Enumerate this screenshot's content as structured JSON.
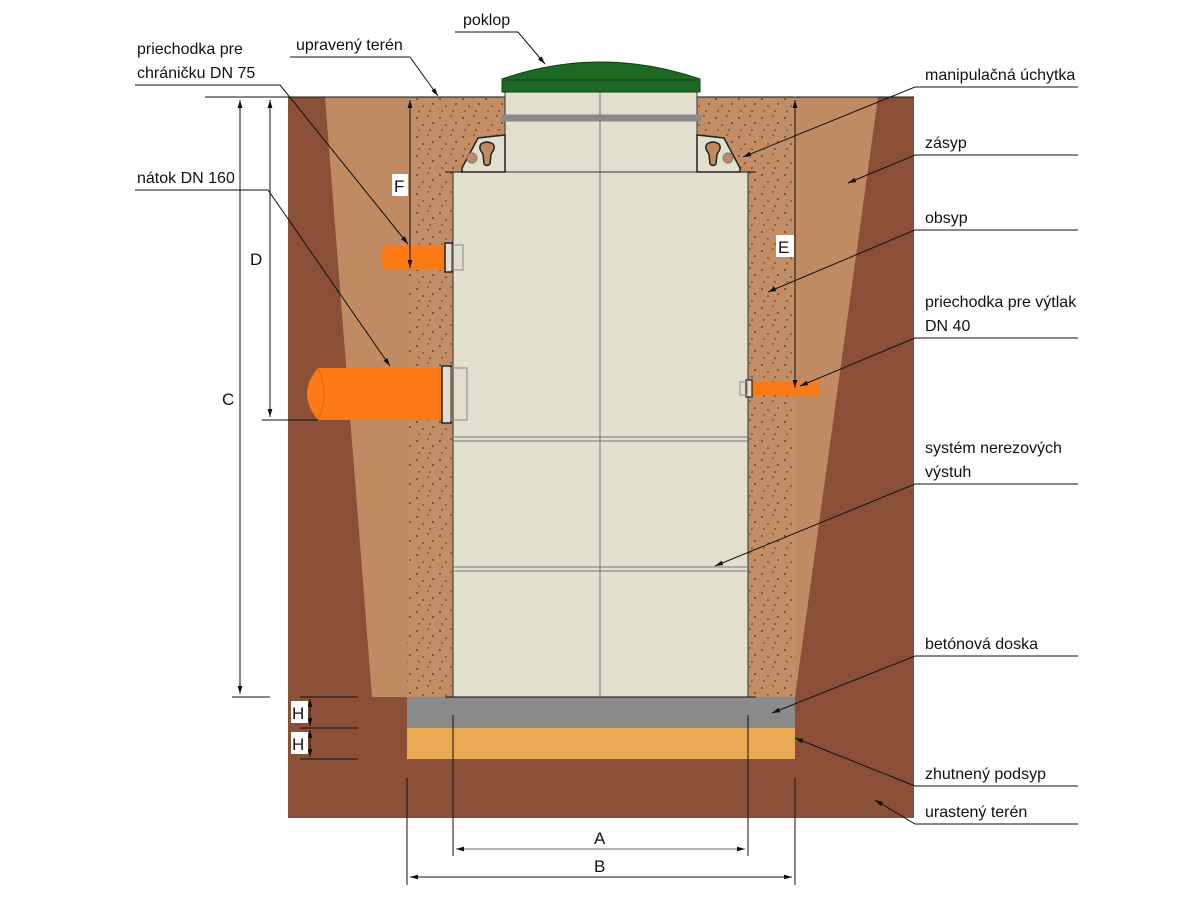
{
  "title": "Cross-section of tank installation",
  "labels": {
    "poklop": "poklop",
    "upraveny_teren": "upravený terén",
    "priechodka_75_line1": "priechodka pre",
    "priechodka_75_line2": "chráničku DN 75",
    "natok": "nátok DN 160",
    "manipulacna": "manipulačná úchytka",
    "zasyp": "zásyp",
    "obsyp": "obsyp",
    "priechodka_40_line1": "priechodka pre výtlak",
    "priechodka_40_line2": "DN 40",
    "vystuhy_line1": "systém nerezových",
    "vystuhy_line2": "výstuh",
    "doska": "betónová doska",
    "podsyp": "zhutnený podsyp",
    "urasteny": "urastený terén"
  },
  "dimensions": {
    "A": "A",
    "B": "B",
    "C": "C",
    "D": "D",
    "E": "E",
    "F": "F",
    "H1": "H",
    "H2": "H"
  },
  "colors": {
    "ground": "#8b4f38",
    "backfill": "#c08a62",
    "bedding": "#c38d66",
    "tank": "#e2dfcf",
    "lid": "#1e6a24",
    "pipe": "#fb7a16",
    "slab": "#8a8a8a",
    "subbase": "#eaa955"
  }
}
